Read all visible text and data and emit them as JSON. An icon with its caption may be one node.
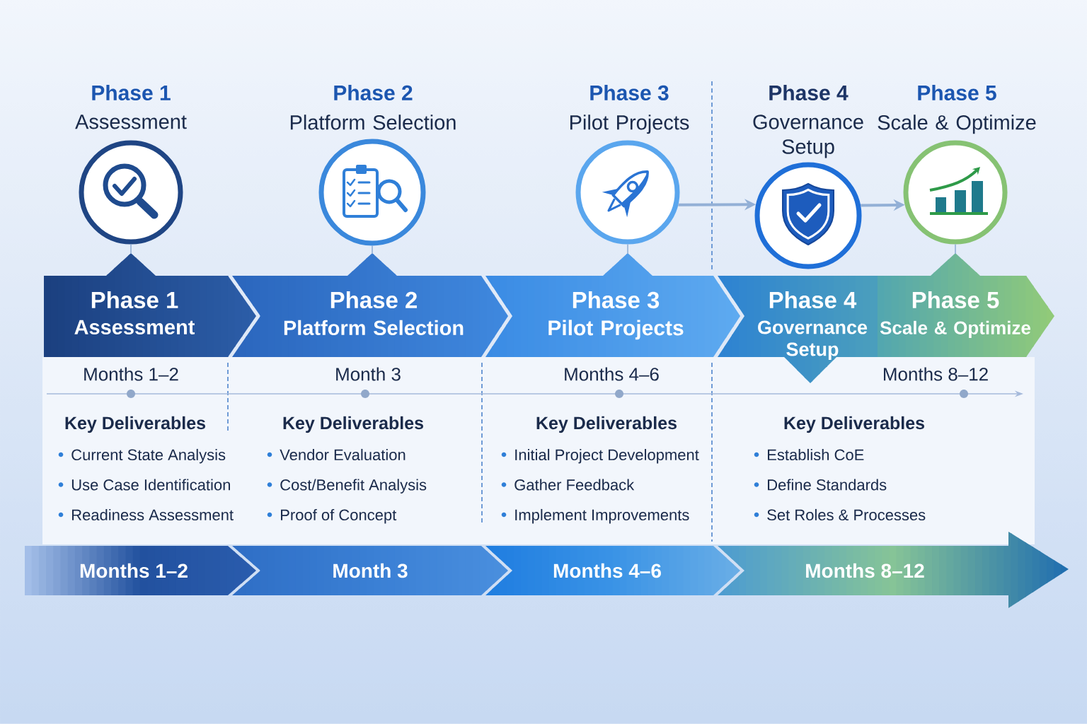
{
  "diagram": {
    "nodes": [
      {
        "text": [
          "Phase 1",
          "Assessment"
        ]
      },
      {
        "text": [
          "Phase 2",
          "Platform Selection"
        ]
      },
      {
        "text": [
          "Phase 3",
          "Pilot Projects"
        ]
      },
      {
        "text": [
          "Phase 4",
          "Governance Setup"
        ]
      },
      {
        "text": [
          "Phase 5",
          "Scale & Optimize"
        ]
      },
      {
        "text": [
          "Phase 1",
          "Assessment"
        ]
      },
      {
        "text": [
          "Phase 2",
          "Platform Selection"
        ]
      },
      {
        "text": [
          "Phase 3",
          "Pilot Projects"
        ]
      },
      {
        "text": [
          "Phase 4",
          "Governance Setup"
        ]
      },
      {
        "text": [
          "Phase 5",
          "Scale & Optimize"
        ]
      },
      {
        "text": [
          "Key Deliverables",
          "Current State Analysis",
          "Use Case Identification",
          "Readiness Assessment"
        ]
      },
      {
        "text": [
          "Key Deliverables",
          "Vendor Evaluation",
          "Cost/Benefit Analysis",
          "Proof of Concept"
        ]
      },
      {
        "text": [
          "Key Deliverables",
          "Initial Project Development",
          "Gather Feedback",
          "Implement Improvements"
        ]
      },
      {
        "text": [
          "Key Deliverables",
          "Establish CoE",
          "Define Standards",
          "Set Roles & Processes"
        ]
      },
      {
        "text": [
          "Months 1–2"
        ]
      },
      {
        "text": [
          "Month 3"
        ]
      },
      {
        "text": [
          "Months 4–6"
        ]
      },
      {
        "text": [
          "Months 8–12"
        ]
      }
    ],
    "edges": [
      {
        "from": 2,
        "to": 3,
        "arrow": "to",
        "style": "thick"
      },
      {
        "from": 3,
        "to": 4,
        "arrow": "to",
        "style": "thick"
      },
      {
        "from": 0,
        "to": 5,
        "arrow": "none"
      },
      {
        "from": 1,
        "to": 6,
        "arrow": "none"
      },
      {
        "from": 2,
        "to": 7,
        "arrow": "none"
      },
      {
        "from": 4,
        "to": 9,
        "arrow": "none"
      }
    ],
    "labels": [
      "Months 1–2",
      "Month 3",
      "Months 4–6",
      "Months 8–12"
    ]
  }
}
